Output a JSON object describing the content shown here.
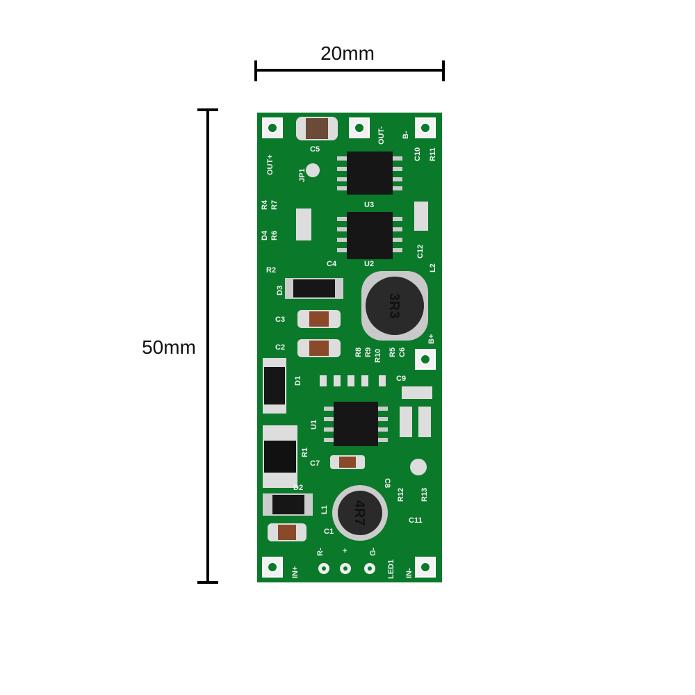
{
  "dimensions": {
    "width_label": "20mm",
    "height_label": "50mm"
  },
  "board": {
    "colors": {
      "pcb": "#0a7a2a",
      "silk": "#f4f4f4",
      "pad": "#d8d8d8",
      "ic": "#1a1a1a",
      "cap": "#8a4a2a"
    },
    "labels": {
      "out_plus": "OUT+",
      "out_minus": "OUT-",
      "b_minus": "B-",
      "b_plus": "B+",
      "c5": "C5",
      "jp1": "JP1",
      "c10": "C10",
      "r11": "R11",
      "r4": "R4",
      "r7": "R7",
      "u3": "U3",
      "d4": "D4",
      "r6": "R6",
      "r2": "R2",
      "c4": "C4",
      "u2": "U2",
      "c12": "C12",
      "l2": "L2",
      "d3": "D3",
      "c3": "C3",
      "c2": "C2",
      "r8": "R8",
      "r9": "R9",
      "r10": "R10",
      "r5": "R5",
      "c6": "C6",
      "c9": "C9",
      "d1": "D1",
      "u1": "U1",
      "r1": "R1",
      "c7": "C7",
      "c8": "C8",
      "d2": "D2",
      "r12": "R12",
      "r13": "R13",
      "l1": "L1",
      "c11": "C11",
      "c1": "C1",
      "r_minus": "R-",
      "plus": "+",
      "g_minus": "G-",
      "led1": "LED1",
      "in_plus": "IN+",
      "in_minus": "IN-"
    },
    "inductor_marks": {
      "l2": "3R3",
      "l1": "4R7"
    }
  }
}
